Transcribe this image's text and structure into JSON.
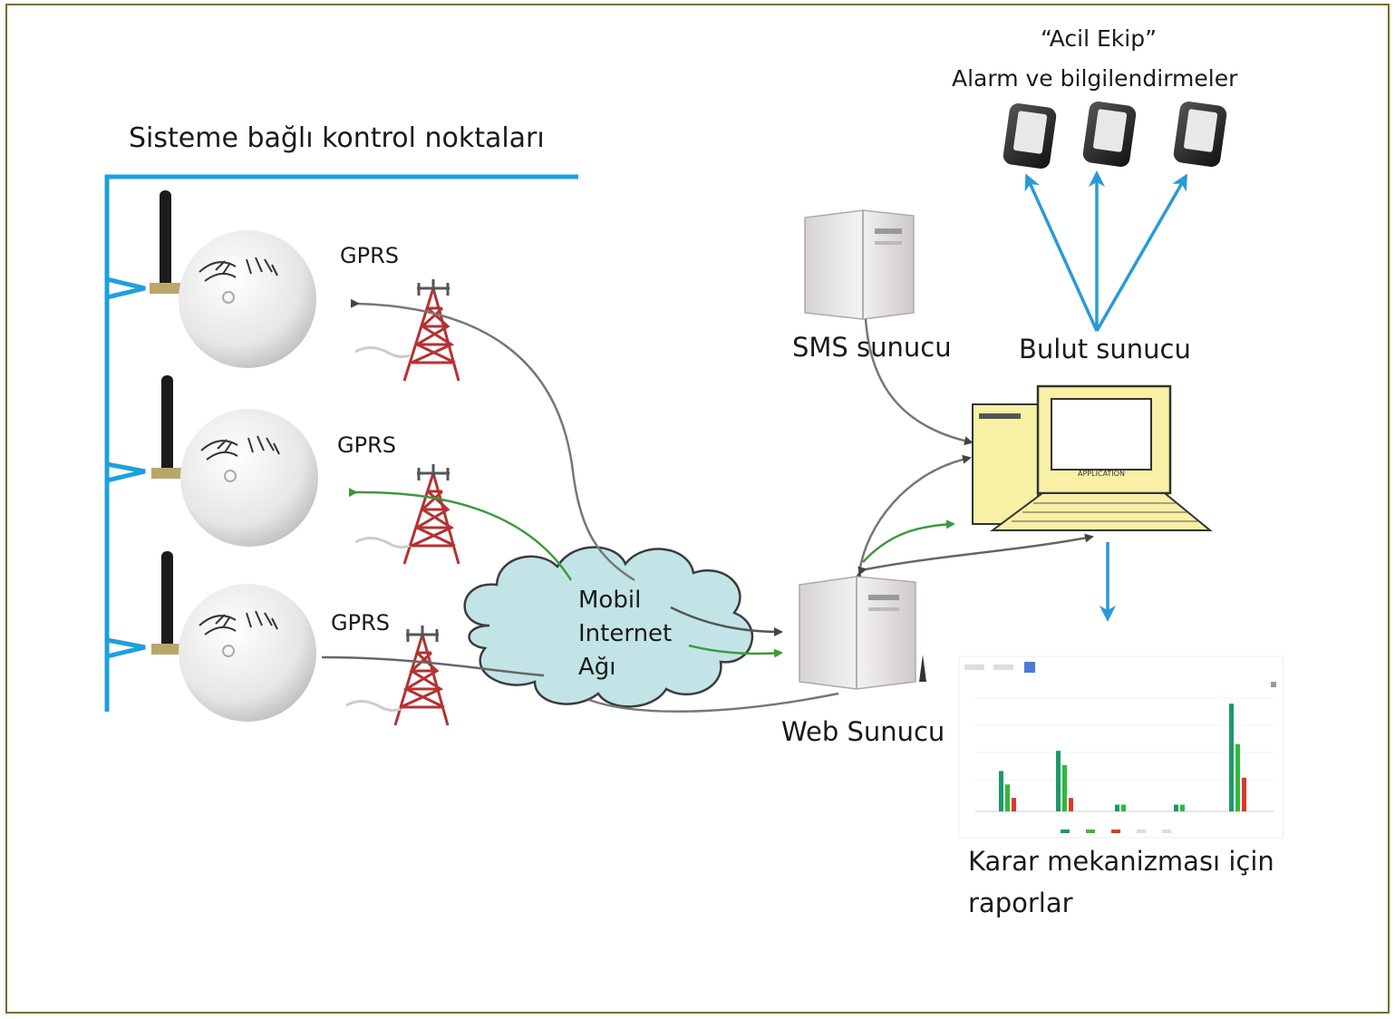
{
  "labels": {
    "control_points_title": "Sisteme bağlı kontrol noktaları",
    "gprs_1": "GPRS",
    "gprs_2": "GPRS",
    "gprs_3": "GPRS",
    "cloud_network": "Mobil\nInternet\nAğı",
    "sms_server": "SMS sunucu",
    "cloud_server": "Bulut sunucu",
    "web_server": "Web Sunucu",
    "emergency_team": "“Acil Ekip”",
    "alarms_notifications": "Alarm ve bilgilendirmeler",
    "reports": "Karar mekanizması için raporlar",
    "laptop_screen_text": "APPLICATION"
  },
  "colors": {
    "border": "#7a6a2a",
    "bus_line": "#1ea0dc",
    "arrow_blue": "#2a9ad6",
    "arrow_green": "#3a9a3a",
    "arrow_gray": "#555555",
    "cloud_fill": "#c2e4e6",
    "tower_red": "#b43232",
    "laptop_yellow": "#f8f0a4"
  },
  "chart_data": {
    "type": "bar",
    "categories": [
      "",
      "",
      "",
      "",
      ""
    ],
    "series": [
      {
        "color": "#1a9a6a",
        "values": [
          48,
          72,
          8,
          8,
          128
        ]
      },
      {
        "color": "#2fba3a",
        "values": [
          32,
          55,
          8,
          8,
          80
        ]
      },
      {
        "color": "#d83a2a",
        "values": [
          16,
          16,
          0,
          0,
          40
        ]
      }
    ],
    "ylim": [
      0,
      140
    ],
    "legend_position": "bottom"
  }
}
